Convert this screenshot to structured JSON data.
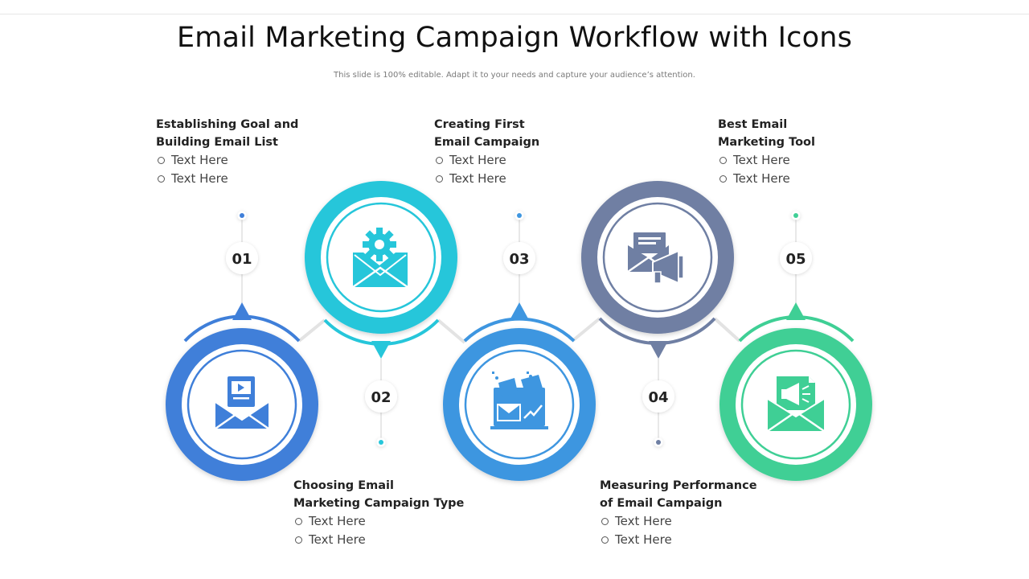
{
  "title": "Email Marketing Campaign Workflow with Icons",
  "subtitle": "This slide is 100% editable. Adapt it to your needs and capture  your audience’s attention.",
  "steps": [
    {
      "number": "01",
      "heading_line1": "Establishing Goal and",
      "heading_line2": "Building Email List",
      "bullets": [
        "Text Here",
        "Text Here"
      ],
      "color": "#3f7fd9",
      "icon": "video-email-icon"
    },
    {
      "number": "02",
      "heading_line1": "Choosing Email",
      "heading_line2": "Marketing Campaign Type",
      "bullets": [
        "Text Here",
        "Text Here"
      ],
      "color": "#26c6da",
      "icon": "gear-email-icon"
    },
    {
      "number": "03",
      "heading_line1": "Creating First",
      "heading_line2": "Email Campaign",
      "bullets": [
        "Text Here",
        "Text Here"
      ],
      "color": "#3e96e0",
      "icon": "email-growth-icon"
    },
    {
      "number": "04",
      "heading_line1": "Measuring Performance",
      "heading_line2": "of Email Campaign",
      "bullets": [
        "Text Here",
        "Text Here"
      ],
      "color": "#6f7fa3",
      "icon": "email-megaphone-icon"
    },
    {
      "number": "05",
      "heading_line1": "Best Email",
      "heading_line2": "Marketing Tool",
      "bullets": [
        "Text Here",
        "Text Here"
      ],
      "color": "#3fcf95",
      "icon": "megaphone-email-icon"
    }
  ]
}
